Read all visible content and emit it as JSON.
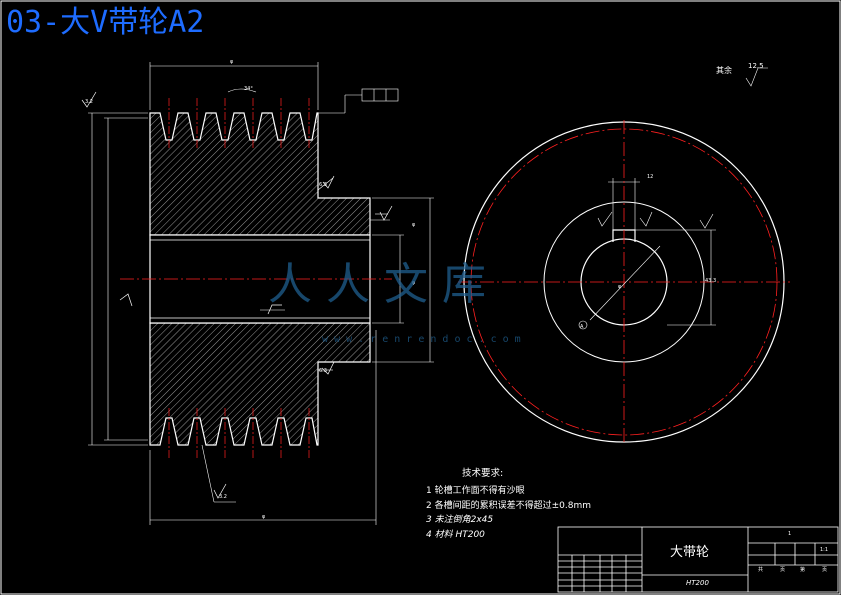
{
  "title": "03-大V带轮A2",
  "surface_roughness": {
    "label": "其余",
    "value": "12.5"
  },
  "tech_requirements": {
    "heading": "技术要求:",
    "items": [
      "1 轮槽工作面不得有沙眼",
      "2 各槽间距的累积误差不得超过±0.8mm",
      "3 未注倒角2x45",
      "4 材料  HT200"
    ]
  },
  "title_block": {
    "part_name": "大带轮",
    "material": "HT200",
    "scale": "1:1",
    "count": "1",
    "sheet_labels": [
      "共",
      "页",
      "第",
      "页"
    ]
  },
  "watermark": {
    "text": "人人文库",
    "url": "w w w . r e n r e n d o c . c o m"
  },
  "colors": {
    "title": "#1e6cff",
    "lines": "#ffffff",
    "centerline": "#ff2020",
    "hatch": "#ffffff"
  }
}
